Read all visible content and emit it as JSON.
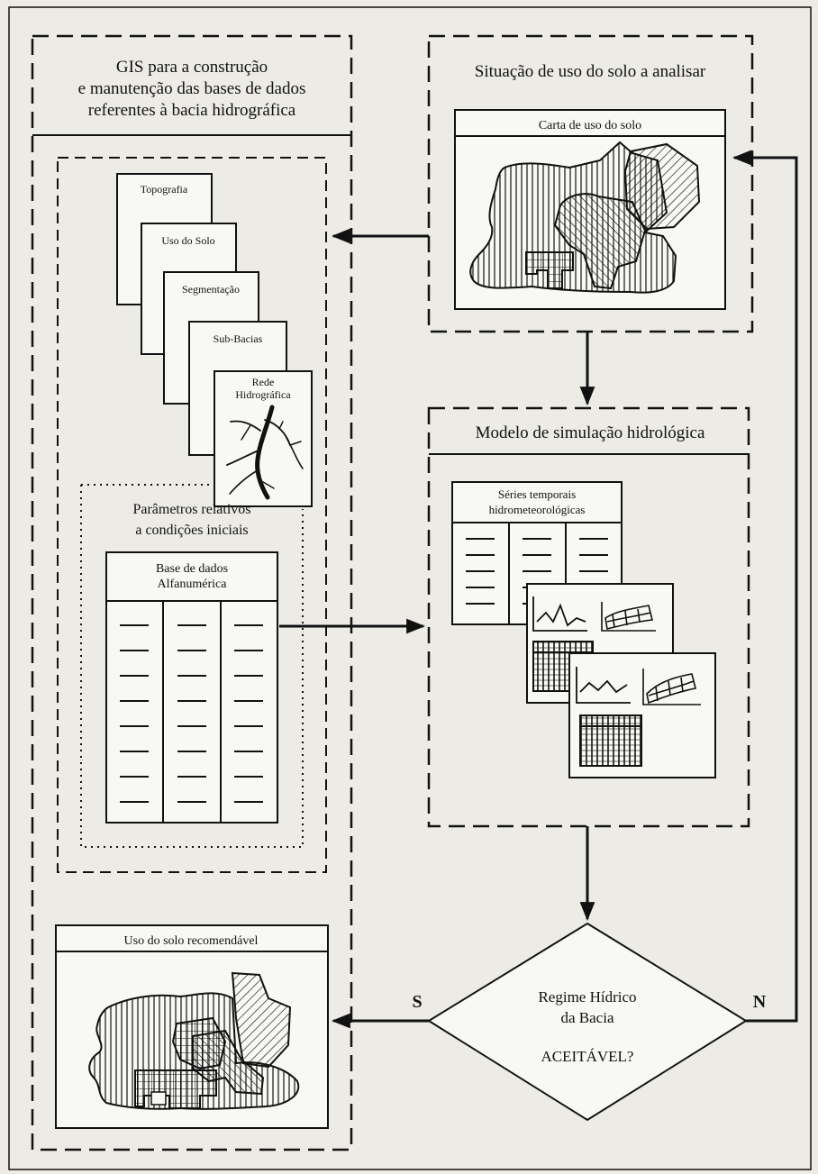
{
  "gis": {
    "title_lines": [
      "GIS para a construção",
      "e manutenção das bases de dados",
      "referentes à bacia hidrográfica"
    ]
  },
  "layers": {
    "topografia": "Topografia",
    "uso_do_solo": "Uso do Solo",
    "segmentacao": "Segmentação",
    "sub_bacias": "Sub-Bacias",
    "rede_line1": "Rede",
    "rede_line2": "Hidrográfica"
  },
  "parametros": {
    "line1": "Parâmetros relativos",
    "line2": "a condições iniciais"
  },
  "base_dados": {
    "line1": "Base de dados",
    "line2": "Alfanumérica"
  },
  "situacao": {
    "title": "Situação de uso do solo a analisar",
    "map_label": "Carta de uso do solo"
  },
  "modelo": {
    "title": "Modelo de simulação hidrológica",
    "series_line1": "Séries temporais",
    "series_line2": "hidrometeorológicas"
  },
  "recomendado": {
    "label": "Uso do solo recomendável"
  },
  "decision": {
    "line1": "Regime Hídrico",
    "line2": "da Bacia",
    "line3": "ACEITÁVEL?",
    "yes": "S",
    "no": "N"
  },
  "colors": {
    "ink": "#111111",
    "paper": "#ecebe6",
    "panel": "#f8f8f5"
  }
}
